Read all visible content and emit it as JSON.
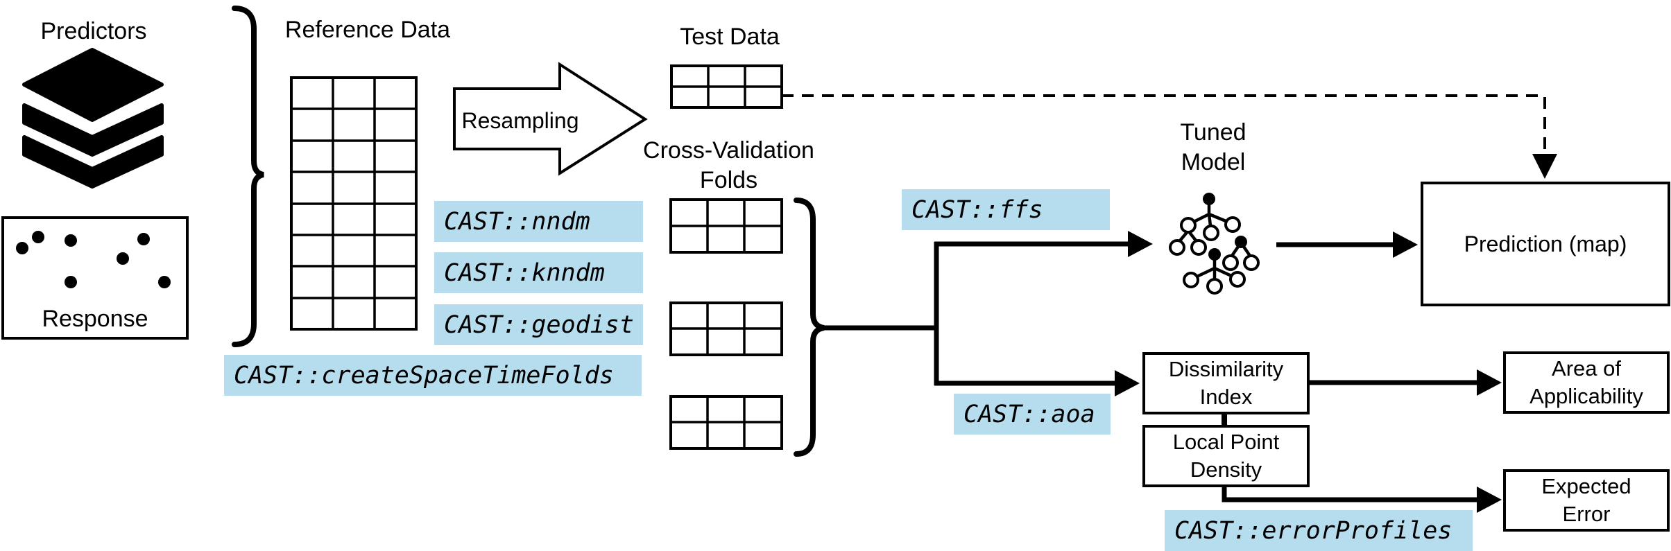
{
  "colors": {
    "highlight": "#b5ddee",
    "ink": "#000000"
  },
  "titles": {
    "predictors": "Predictors",
    "response": "Response",
    "reference_data": "Reference Data",
    "resampling": "Resampling",
    "test_data": "Test Data",
    "cv_folds_line1": "Cross-Validation",
    "cv_folds_line2": "Folds",
    "tuned_model_line1": "Tuned",
    "tuned_model_line2": "Model"
  },
  "functions": {
    "nndm": "CAST::nndm",
    "knndm": "CAST::knndm",
    "geodist": "CAST::geodist",
    "createSpaceTimeFolds": "CAST::createSpaceTimeFolds",
    "ffs": "CAST::ffs",
    "aoa": "CAST::aoa",
    "errorProfiles": "CAST::errorProfiles"
  },
  "boxes": {
    "prediction": "Prediction (map)",
    "dissimilarity_line1": "Dissimilarity",
    "dissimilarity_line2": "Index",
    "local_point_density_line1": "Local Point",
    "local_point_density_line2": "Density",
    "area_of_applicability_line1": "Area of",
    "area_of_applicability_line2": "Applicability",
    "expected_error_line1": "Expected",
    "expected_error_line2": "Error"
  }
}
